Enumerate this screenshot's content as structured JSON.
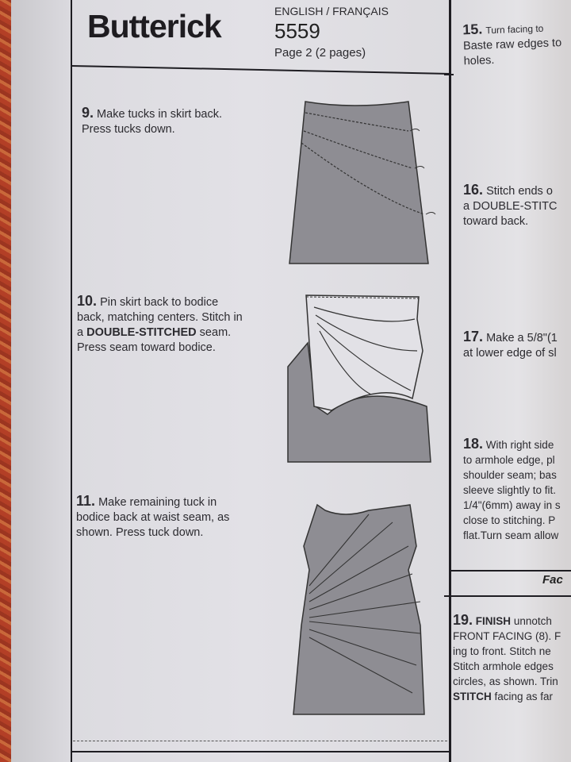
{
  "header": {
    "brand": "Butterick",
    "language": "ENGLISH / FRANÇAIS",
    "pattern_number": "5559",
    "page": "Page 2 (2 pages)"
  },
  "steps_left": [
    {
      "num": "9.",
      "lines": [
        "Make tucks in skirt back.",
        "Press tucks down."
      ]
    },
    {
      "num": "10.",
      "lines": [
        "Pin skirt back to bodice",
        "back, matching centers. Stitch in",
        "a ",
        "DOUBLE-STITCHED",
        " seam.",
        "Press seam toward bodice."
      ]
    },
    {
      "num": "11.",
      "lines": [
        "Make remaining tuck in",
        "bodice back at waist seam, as",
        "shown. Press tuck down."
      ]
    }
  ],
  "steps_right": [
    {
      "num": "15.",
      "lines": [
        "Turn facing to",
        "Baste raw edges to",
        "holes."
      ]
    },
    {
      "num": "16.",
      "lines": [
        "Stitch ends o",
        "a DOUBLE-STITC",
        "toward back."
      ]
    },
    {
      "num": "17.",
      "lines": [
        "Make a 5/8\"(1",
        "at lower edge of sl"
      ]
    },
    {
      "num": "18.",
      "lines": [
        "With right side",
        "to armhole edge, pl",
        "shoulder seam; bas",
        "sleeve slightly to fit.",
        "1/4\"(6mm) away in s",
        "close to stitching. P",
        "flat.Turn seam allow"
      ]
    },
    {
      "num": "19.",
      "lines": [
        "FINISH",
        " unnotch",
        "FRONT FACING (8). F",
        "ing to front. Stitch ne",
        "Stitch armhole edges",
        "circles, as shown. Trin",
        "STITCH",
        " facing as far"
      ]
    }
  ],
  "section_heading": "Fac"
}
